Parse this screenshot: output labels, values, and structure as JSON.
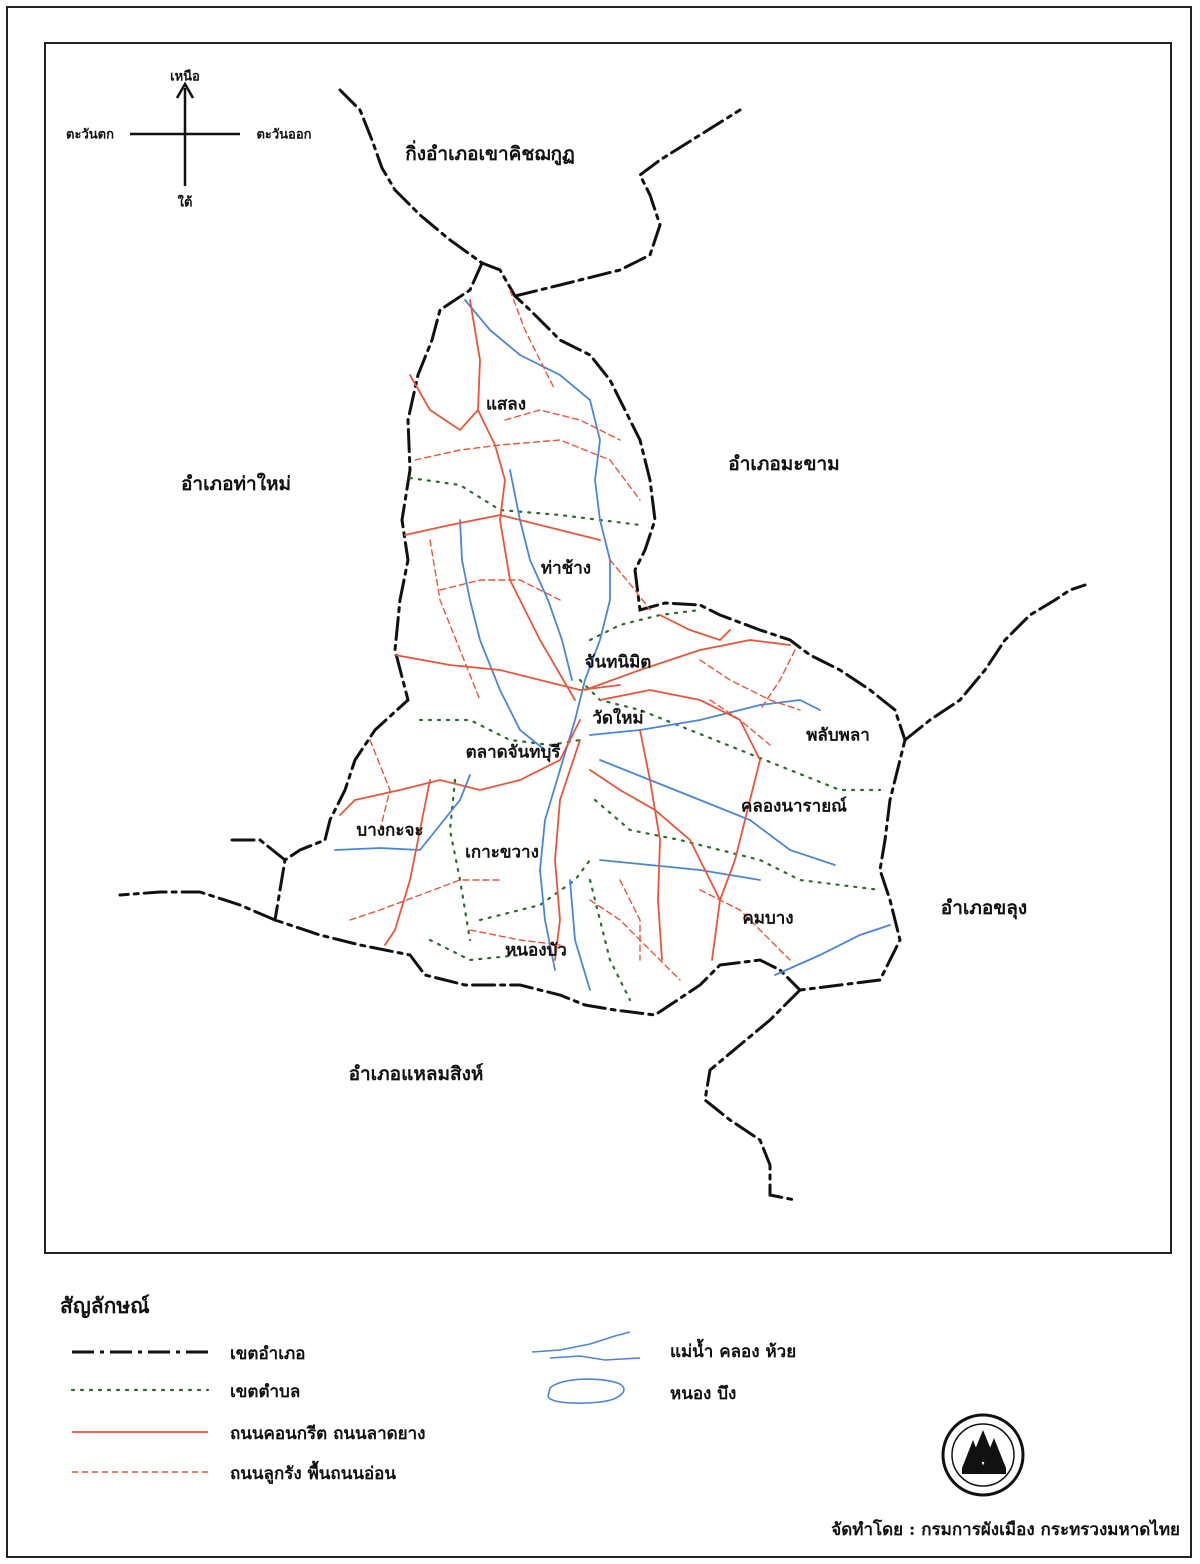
{
  "compass": {
    "north": "เหนือ",
    "south": "ใต้",
    "west": "ตะวันตก",
    "east": "ตะวันออก"
  },
  "districts": {
    "north": "กิ่งอำเภอเขาคิชฌกูฏ",
    "west": "อำเภอท่าใหม่",
    "east": "อำเภอมะขาม",
    "southeast": "อำเภอขลุง",
    "south": "อำเภอแหลมสิงห์"
  },
  "subdistricts": {
    "salaeng": "แสลง",
    "tha_chang": "ท่าช้าง",
    "chanthanimit": "จันทนิมิต",
    "wat_mai": "วัดใหม่",
    "talat": "ตลาดจันทบุรี",
    "phlap_phla": "พลับพลา",
    "khlong_narai": "คลองนารายณ์",
    "bang_kacha": "บางกะจะ",
    "ko_khwang": "เกาะขวาง",
    "nong_bua": "หนองบัว",
    "khom_bang": "คมบาง"
  },
  "legend": {
    "title": "สัญลักษณ์",
    "district_boundary": "เขตอำเภอ",
    "subdistrict_boundary": "เขตตำบล",
    "paved_road": "ถนนคอนกรีต ถนนลาดยาง",
    "dirt_road": "ถนนลูกรัง พื้นถนนอ่อน",
    "river": "แม่น้ำ คลอง ห้วย",
    "pond": "หนอง บึง"
  },
  "credit": "จัดทำโดย : กรมการผังเมือง กระทรวงมหาดไทย",
  "colors": {
    "boundary": "#111111",
    "subdistrict": "#2e6b2e",
    "road": "#e8553a",
    "river": "#4a86d8"
  },
  "icons": {
    "logo": "department-seal-icon"
  }
}
